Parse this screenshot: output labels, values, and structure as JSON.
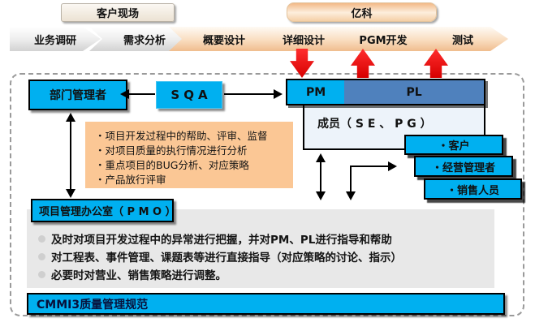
{
  "diagram": {
    "header": {
      "customer_site": "客户现场",
      "company": "亿科"
    },
    "process_steps": [
      {
        "label": "业务调研"
      },
      {
        "label": "需求分析"
      },
      {
        "label": "概要设计"
      },
      {
        "label": "详细设计"
      },
      {
        "label": "PGM开发"
      },
      {
        "label": "测试"
      }
    ],
    "dept_manager": "部门管理者",
    "sqa": "SQA",
    "sqa_duties": [
      "・项目开发过程中的帮助、评审、监督",
      "・对项目质量的执行情况进行分析",
      "・重点项目的BUG分析、对应策略",
      "・产品放行评审"
    ],
    "pm": "PM",
    "pl": "PL",
    "members": "成员（ S E 、 P G ）",
    "stakeholders": [
      "・客户",
      "・经营管理者",
      "・销售人员"
    ],
    "pmo": "项目管理办公室（ P M O ）",
    "pmo_duties": [
      "及时对项目开发过程中的异常进行把握，并对PM、PL进行指导和帮助",
      "对工程表、事件管理、课题表等进行直接指导（对应策略的讨论、指示）",
      "必要时对营业、销售策略进行调整。"
    ],
    "cmmi": "CMMI3质量管理规范"
  },
  "colors": {
    "cyan": "#00b0f0",
    "steel_blue": "#4f81bd",
    "orange_panel": "#fbc795",
    "gray_panel": "#e8e8e8",
    "red_arrow": "#d60000"
  }
}
